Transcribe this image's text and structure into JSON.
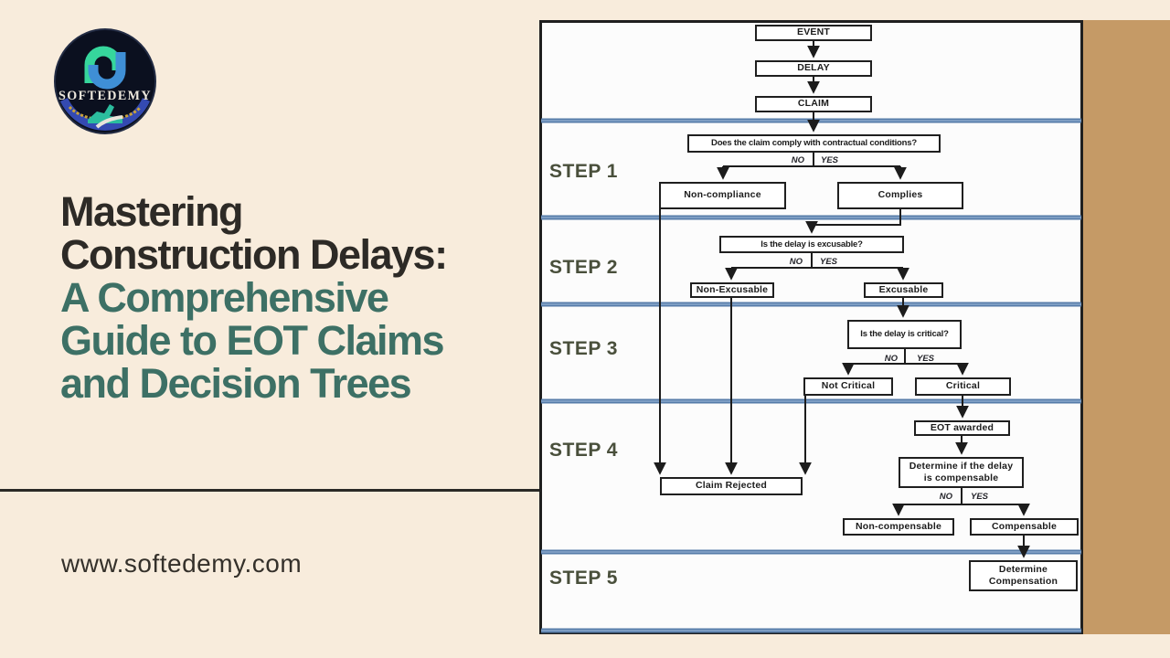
{
  "page": {
    "background_color": "#f8ecdc",
    "side_strip_color": "#c59a66",
    "divider_blue": "#567ca9"
  },
  "branding": {
    "logo_text": "SOFTEDEMY",
    "website": "www.softedemy.com"
  },
  "title": {
    "dark_color": "#2d2a26",
    "teal_color": "#3d7065",
    "dark_lines": [
      "Mastering",
      "Construction Delays:"
    ],
    "teal_lines": [
      "A Comprehensive",
      "Guide to EOT Claims",
      "and Decision Trees"
    ]
  },
  "flowchart": {
    "steps": [
      "STEP 1",
      "STEP 2",
      "STEP 3",
      "STEP 4",
      "STEP 5"
    ],
    "labels": {
      "no": "NO",
      "yes": "YES"
    },
    "boxes": {
      "event": "EVENT",
      "delay": "DELAY",
      "claim": "CLAIM",
      "q1": "Does the claim comply with contractual conditions?",
      "non_compliance": "Non-compliance",
      "complies": "Complies",
      "q2": "Is the delay is excusable?",
      "non_excusable": "Non-Excusable",
      "excusable": "Excusable",
      "q3": "Is the delay is critical?",
      "not_critical": "Not Critical",
      "critical": "Critical",
      "eot_awarded": "EOT awarded",
      "determine_if": "Determine if the delay\nis compensable",
      "claim_rejected": "Claim Rejected",
      "non_compensable": "Non-compensable",
      "compensable": "Compensable",
      "determine_compensation": "Determine\nCompensation"
    }
  }
}
